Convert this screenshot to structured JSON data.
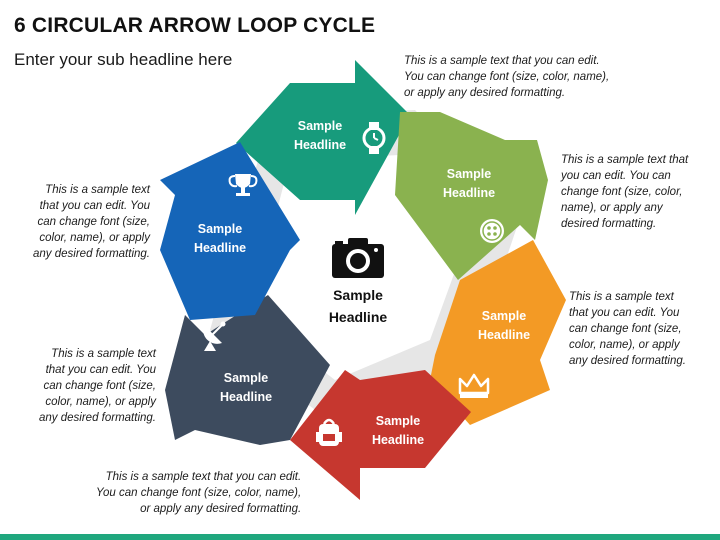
{
  "title": "6 CIRCULAR ARROW LOOP CYCLE",
  "subtitle": "Enter your sub headline here",
  "center": {
    "label_line1": "Sample",
    "label_line2": "Headline",
    "icon": "camera-icon"
  },
  "segments": [
    {
      "id": "teal",
      "color": "#179b7c",
      "label_line1": "Sample",
      "label_line2": "Headline",
      "icon": "watch-icon"
    },
    {
      "id": "green",
      "color": "#8ab24f",
      "label_line1": "Sample",
      "label_line2": "Headline",
      "icon": "button-icon"
    },
    {
      "id": "orange",
      "color": "#f39a25",
      "label_line1": "Sample",
      "label_line2": "Headline",
      "icon": "crown-icon"
    },
    {
      "id": "red",
      "color": "#c6372f",
      "label_line1": "Sample",
      "label_line2": "Headline",
      "icon": "backpack-icon"
    },
    {
      "id": "slate",
      "color": "#3d4b5e",
      "label_line1": "Sample",
      "label_line2": "Headline",
      "icon": "satellite-dish-icon"
    },
    {
      "id": "blue",
      "color": "#1565b8",
      "label_line1": "Sample",
      "label_line2": "Headline",
      "icon": "trophy-icon"
    }
  ],
  "notes": {
    "teal": {
      "line1": "This is a sample text that you can edit.",
      "line2": "You can change font (size, color, name),",
      "line3": "or apply any desired formatting."
    },
    "green": {
      "line1": "This is a sample text that",
      "line2": "you can edit. You can",
      "line3": "change font (size, color,",
      "line4": "name), or apply any",
      "line5": "desired formatting."
    },
    "orange": {
      "line1": "This is a sample text",
      "line2": "that you can edit. You",
      "line3": "can change font (size,",
      "line4": "color, name), or apply",
      "line5": "any desired formatting."
    },
    "red": {
      "line1": "This is a sample text that you can edit.",
      "line2": "You can change font (size, color, name),",
      "line3": "or apply any desired formatting."
    },
    "slate": {
      "line1": "This is a sample text",
      "line2": "that you can edit. You",
      "line3": "can change font (size,",
      "line4": "color, name), or apply",
      "line5": "any desired formatting."
    },
    "blue": {
      "line1": "This is a sample text",
      "line2": "that you can edit. You",
      "line3": "can change font (size,",
      "line4": "color, name), or apply",
      "line5": "any desired formatting."
    }
  },
  "accent_color": "#1fa77e"
}
